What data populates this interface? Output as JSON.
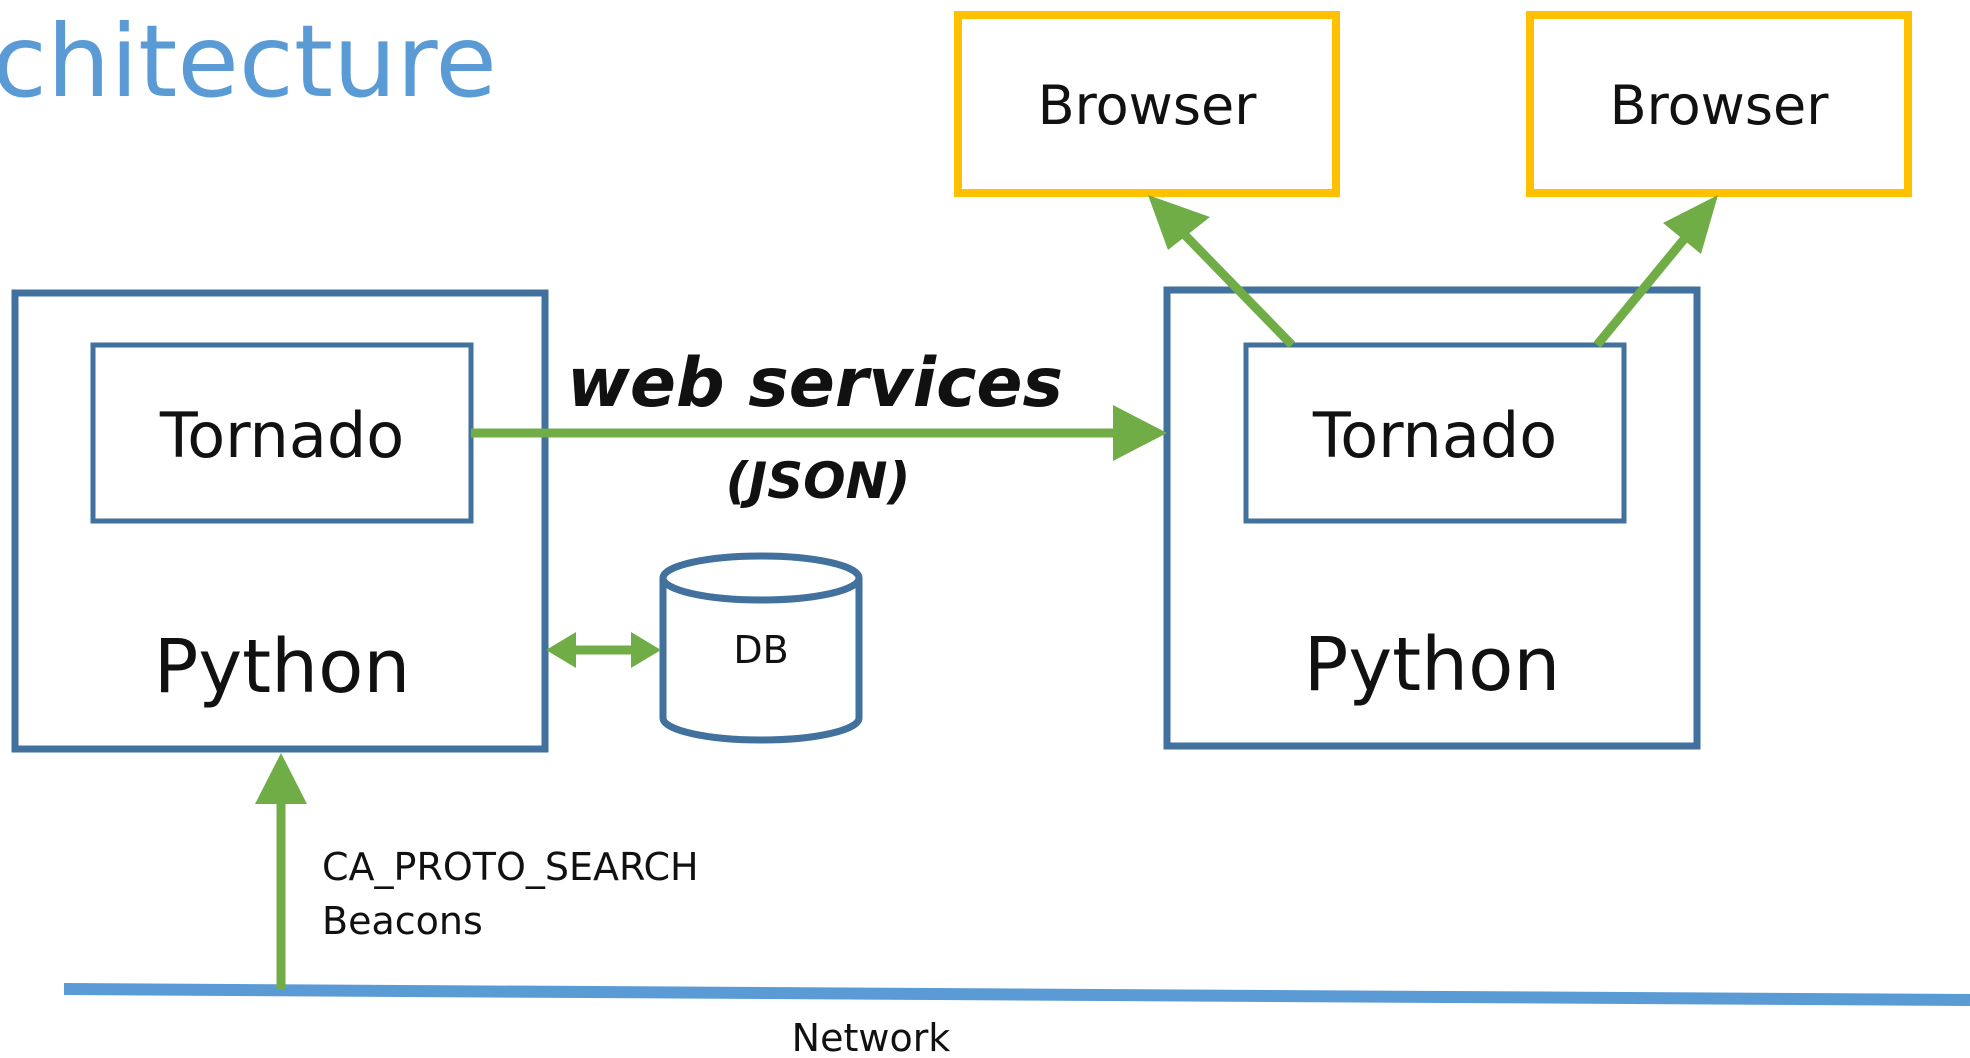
{
  "slide": {
    "title": "chitecture"
  },
  "colors": {
    "title": "#5b9bd5",
    "server_box": "#41719c",
    "browser_box": "#ffc000",
    "arrow": "#70ad47",
    "network_line": "#5b9bd5",
    "text": "#111111"
  },
  "left_server": {
    "tornado_label": "Tornado",
    "python_label": "Python"
  },
  "right_server": {
    "tornado_label": "Tornado",
    "python_label": "Python"
  },
  "browsers": [
    {
      "label": "Browser"
    },
    {
      "label": "Browser"
    }
  ],
  "connection": {
    "label": "web services",
    "sublabel": "(JSON)"
  },
  "database": {
    "label": "DB"
  },
  "network": {
    "label": "Network",
    "input_label_line1": "CA_PROTO_SEARCH",
    "input_label_line2": "Beacons"
  },
  "icons": [
    "arrow-right",
    "double-arrow",
    "arrow-up",
    "database-cylinder"
  ]
}
